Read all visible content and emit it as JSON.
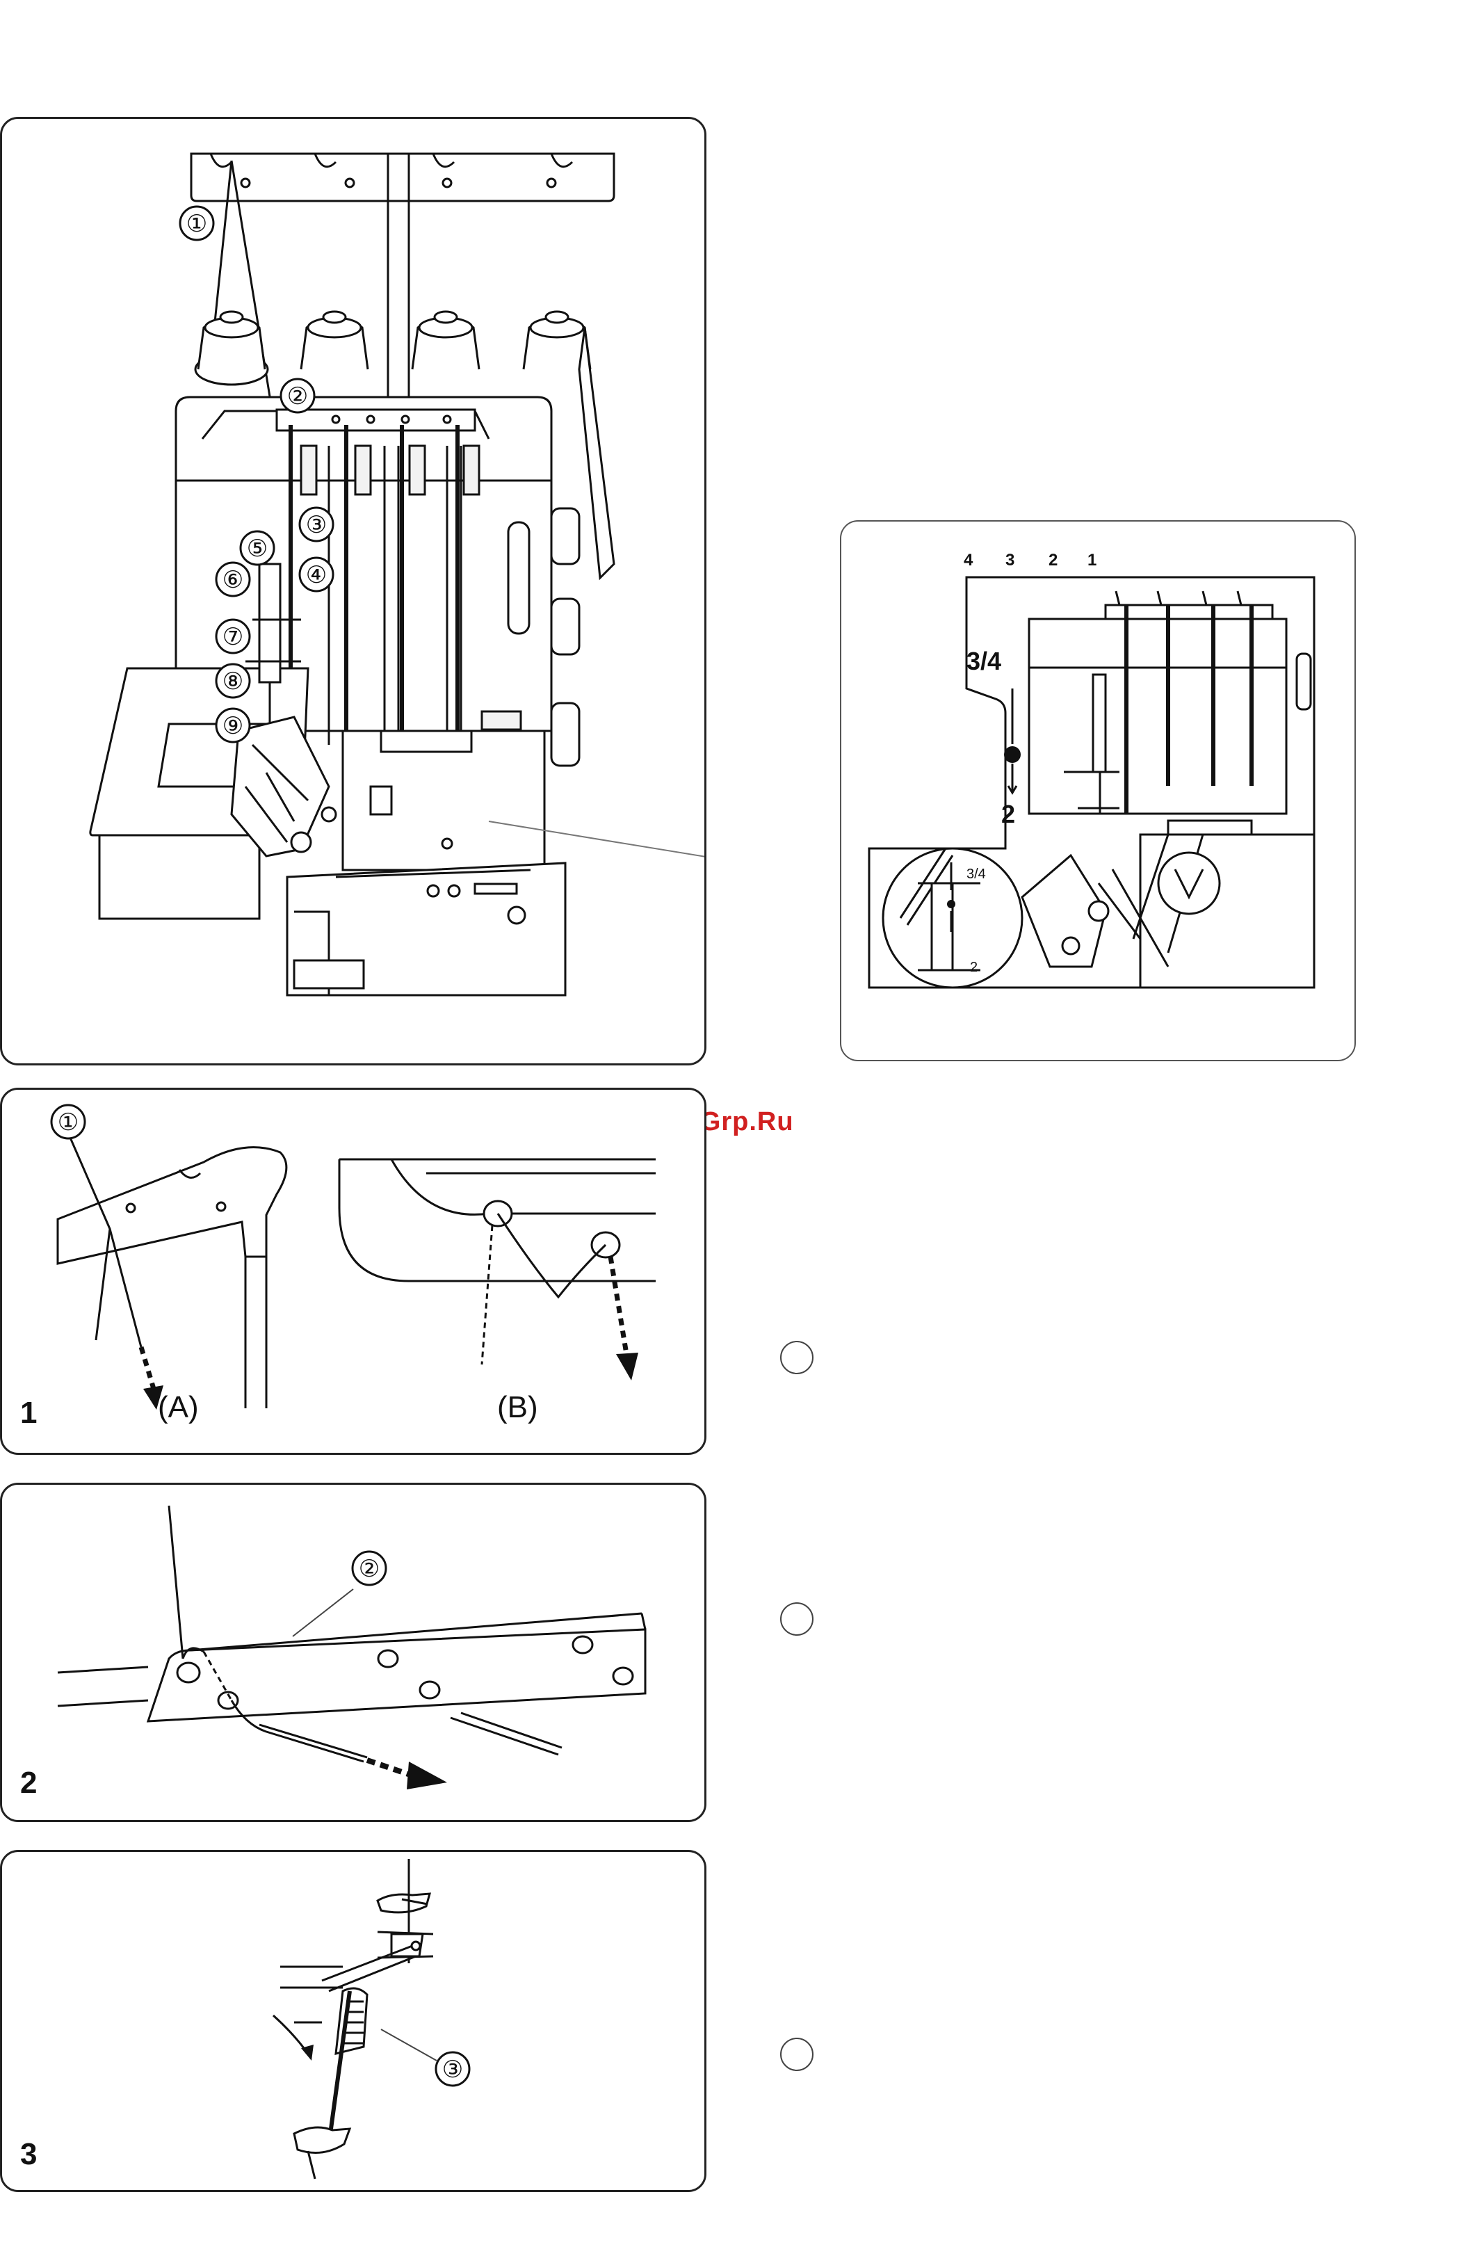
{
  "main_figure": {
    "callouts": [
      "①",
      "②",
      "③",
      "④",
      "⑤",
      "⑥",
      "⑦",
      "⑧",
      "⑨"
    ]
  },
  "detail_inset": {
    "thread_numbers": [
      "4",
      "3",
      "2",
      "1"
    ],
    "label_upper": "3/4",
    "label_lower": "2",
    "zoom_upper": "3/4",
    "zoom_lower": "2"
  },
  "watermark": "McGrp.Ru",
  "step1": {
    "number": "1",
    "callout": "①",
    "caption_a": "(A)",
    "caption_b": "(B)"
  },
  "step2": {
    "number": "2",
    "callout": "②"
  },
  "step3": {
    "number": "3",
    "callout": "③"
  },
  "colors": {
    "ink": "#111111",
    "watermark": "#d12020",
    "paper": "#ffffff"
  }
}
